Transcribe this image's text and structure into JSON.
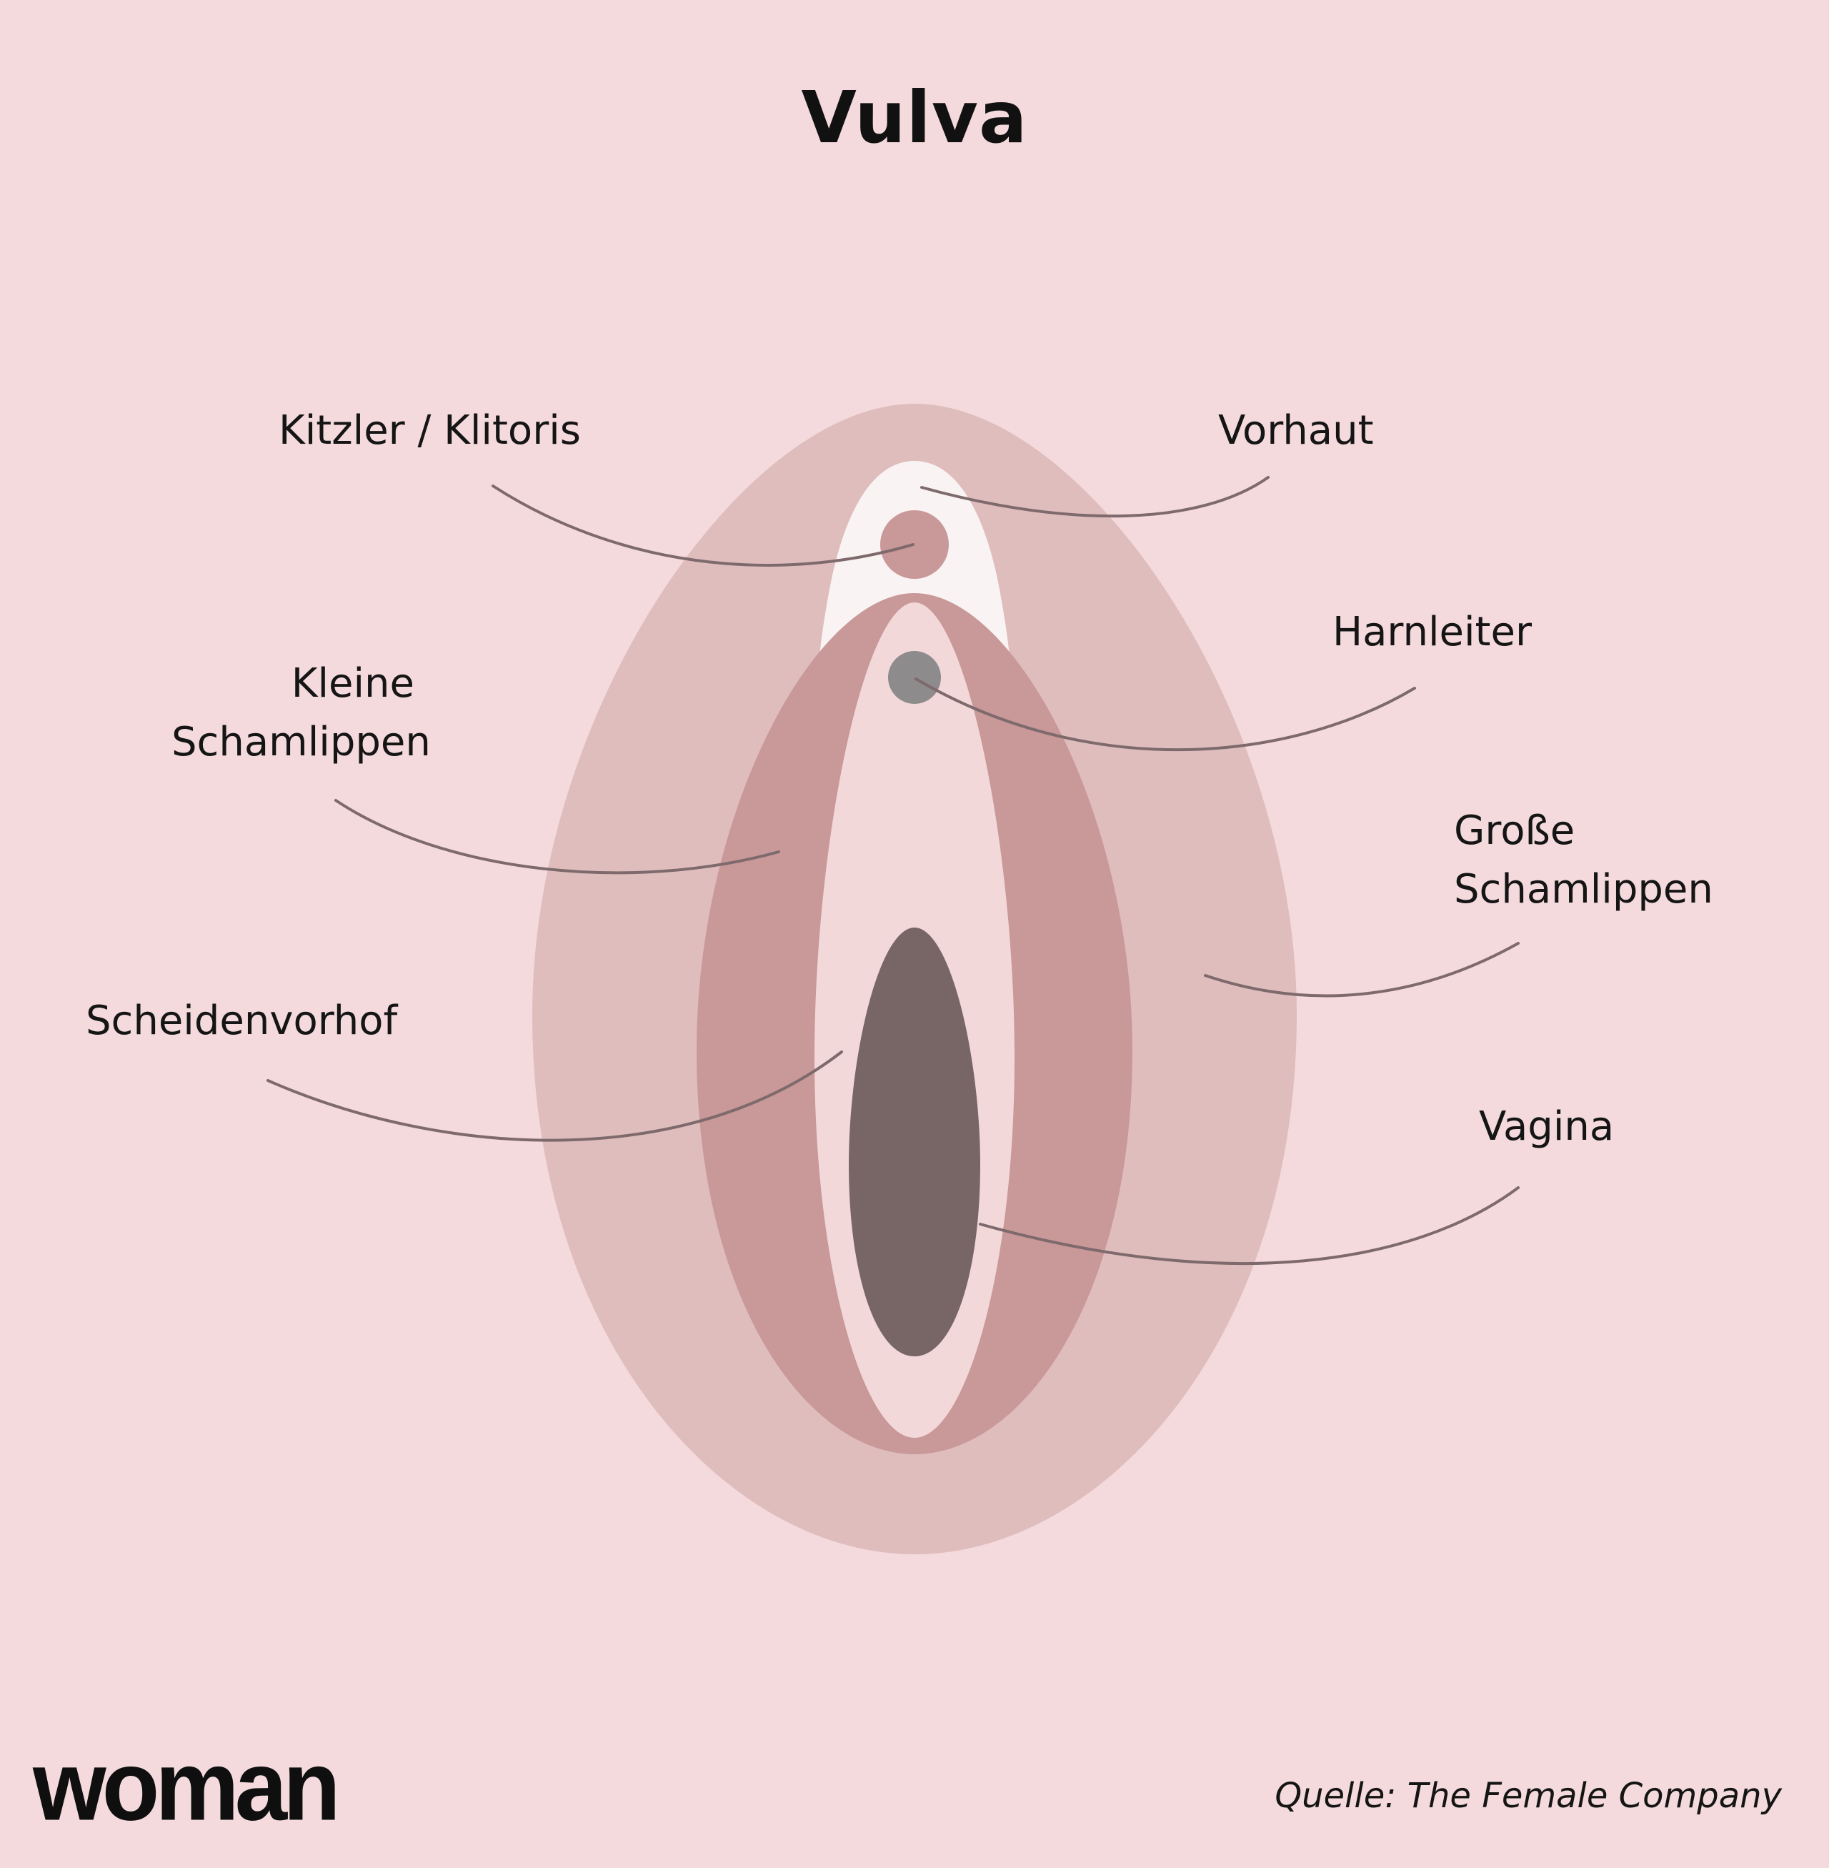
{
  "title": "Vulva",
  "labels": {
    "kitzler": "Kitzler / Klitoris",
    "vorhaut": "Vorhaut",
    "harnleiter": "Harnleiter",
    "kleine_line1": "Kleine",
    "kleine_line2": "Schamlippen",
    "grosse_line1": "Große",
    "grosse_line2": "Schamlippen",
    "scheidenvorhof": "Scheidenvorhof",
    "vagina": "Vagina"
  },
  "footer": {
    "logo": "woman",
    "source": "Quelle: The Female Company"
  },
  "colors": {
    "background": "#f4dadd",
    "outer_labia": "#dfbdbd",
    "inner_labia": "#c99899",
    "vestibule": "#f3d8da",
    "hood": "#faf3f3",
    "clitoris": "#c99899",
    "urethra": "#8d8b8b",
    "vagina": "#786566",
    "leader": "#7e6a6c"
  }
}
